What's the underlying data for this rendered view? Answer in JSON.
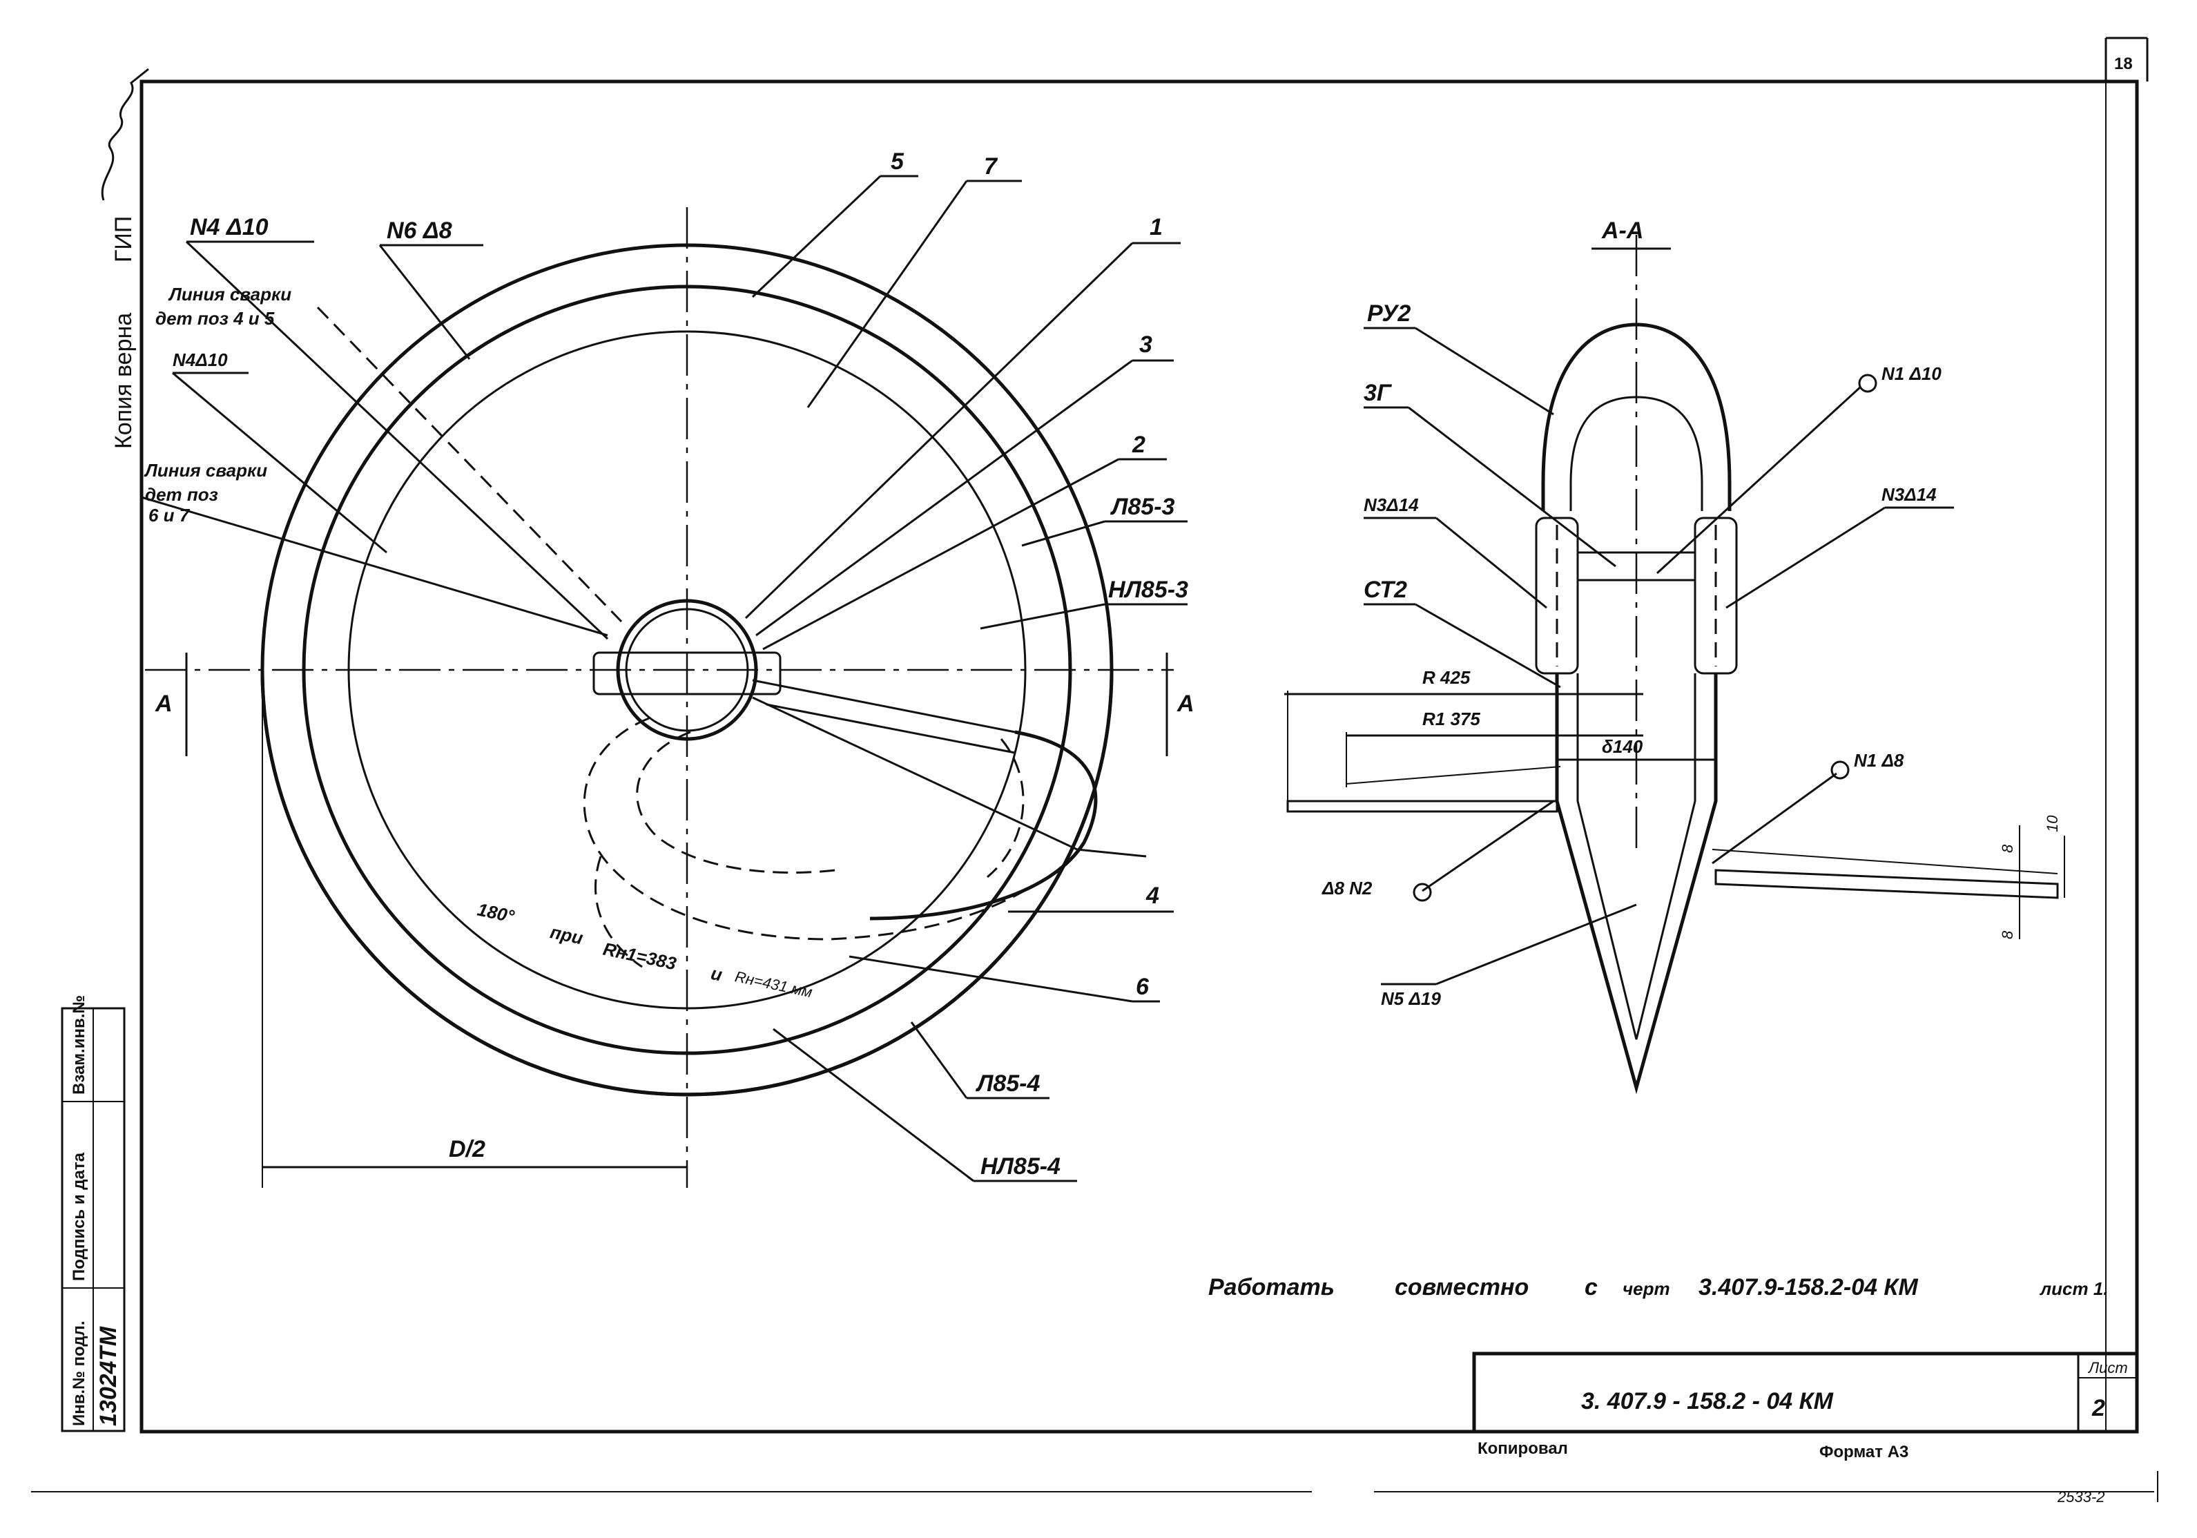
{
  "sheet_number": "18",
  "side_note": {
    "text": "Копия верна",
    "role": "ГИП"
  },
  "stamp_box": {
    "inventory_label": "Инв.№ подл.",
    "inventory_value": "13024ТМ",
    "signature_label": "Подпись и дата",
    "replace_label": "Взам.инв.№"
  },
  "plan_view": {
    "callouts": {
      "p5": "5",
      "p7": "7",
      "p1": "1",
      "p3": "3",
      "p2": "2",
      "p4": "4",
      "p6": "6",
      "a853": "Л85-3",
      "ha853": "НЛ85-3",
      "a854": "Л85-4",
      "ha854": "НЛ85-4",
      "n4d10_top": "N4 Δ10",
      "n6d8": "N6 Δ8",
      "n4d10_mid": "N4Δ10"
    },
    "weld_note_1": {
      "line1": "Линия сварки",
      "line2": "дет поз 4 и 5"
    },
    "weld_note_2": {
      "line1": "Линия сварки",
      "line2": "дет поз",
      "line3": "6 и 7"
    },
    "arc_note": {
      "p1": "180°",
      "p2": "при",
      "p3": "Rн1=383",
      "p4": "и",
      "p5": "Rн=431 мм"
    },
    "section_mark_left": "А",
    "section_mark_right": "А",
    "half_diameter": "D/2"
  },
  "section_view": {
    "title": "А-А",
    "callouts": {
      "ru2": "РУ2",
      "zg": "3Г",
      "n3d14_l": "N3Δ14",
      "n3d14_r": "N3Δ14",
      "st2": "СТ2",
      "n1d10": "N1 Δ10",
      "n1d8": "N1 Δ8",
      "d8n2": "Δ8 N2",
      "n5d19": "N5 Δ19"
    },
    "dims": {
      "r425": "R 425",
      "r375": "R1 375",
      "d140": "δ140",
      "t8a": "8",
      "t10": "10",
      "t8b": "8"
    }
  },
  "note": {
    "w1": "Работать",
    "w2": "совместно",
    "w3": "с",
    "w4": "черт",
    "w5": "3.407.9-158.2-04 КМ",
    "w6": "лист 1."
  },
  "title_block": {
    "code": "3. 407.9 - 158.2 - 04 КМ",
    "sheet_label": "Лист",
    "sheet_value": "2"
  },
  "footer": {
    "copied": "Копировал",
    "format": "Формат А3",
    "edge_code": "2533-2"
  }
}
